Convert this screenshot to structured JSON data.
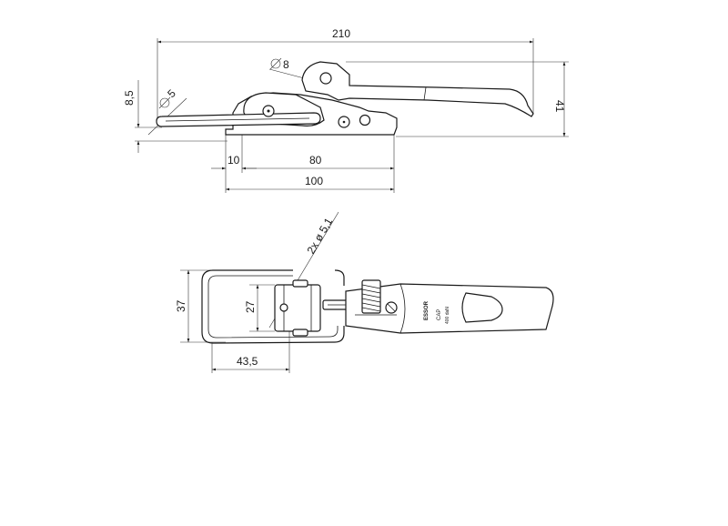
{
  "side_view": {
    "dims": {
      "overall_length": "210",
      "pin_diameter": "5",
      "pivot_diameter": "8",
      "rod_offset": "8,5",
      "height": "41",
      "hook_length": "10",
      "mount_length": "80",
      "base_length": "100"
    }
  },
  "top_view": {
    "dims": {
      "hole_diameter": "2x ø 5,1",
      "outer_width": "37",
      "inner_width": "27",
      "loop_length": "43,5"
    },
    "label_stamp": {
      "line1": "ESSOR",
      "line2": "CAP",
      "line3": "400 daN"
    }
  },
  "colors": {
    "line": "#1a1a1a",
    "background": "#ffffff"
  }
}
